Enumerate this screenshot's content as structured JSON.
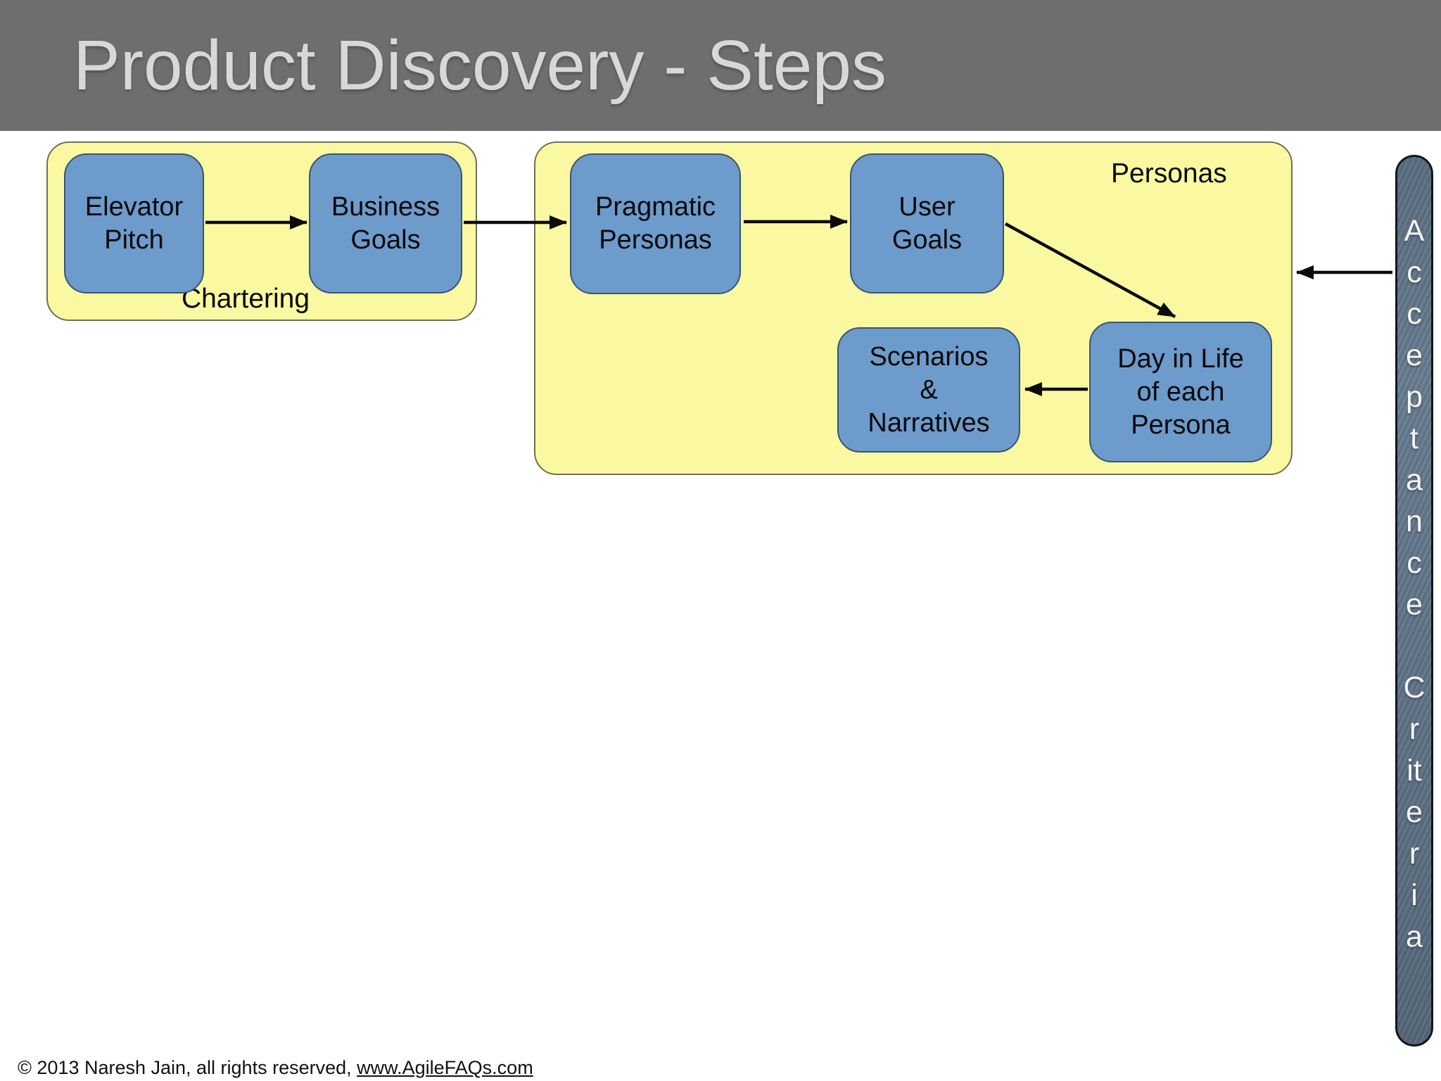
{
  "slide": {
    "title": "Product Discovery - Steps",
    "footer": {
      "copyright_prefix": "© 2013 Naresh Jain, all rights reserved, ",
      "link_text": "www.AgileFAQs.com"
    }
  },
  "colors": {
    "header_bg": "#6e6e6e",
    "title_text": "#d8d8d8",
    "group_fill": "#fbf8a2",
    "group_border": "#6f6f55",
    "node_fill": "#6d9bcb",
    "node_border": "#3a5470",
    "bar_fill": "#617488",
    "bar_border": "#0f1620",
    "bar_text": "#f3f5f7",
    "arrow": "#0b0b0b",
    "body_bg": "#ffffff"
  },
  "diagram": {
    "groups": [
      {
        "label": "Chartering",
        "nodes": [
          {
            "name": "elevator-pitch",
            "label": "Elevator Pitch",
            "lines": [
              "Elevator",
              "Pitch"
            ]
          },
          {
            "name": "business-goals",
            "label": "Business Goals",
            "lines": [
              "Business",
              "Goals"
            ]
          }
        ]
      },
      {
        "label": "Personas",
        "nodes": [
          {
            "name": "pragmatic-personas",
            "label": "Pragmatic Personas",
            "lines": [
              "Pragmatic",
              "Personas"
            ]
          },
          {
            "name": "user-goals",
            "label": "User Goals",
            "lines": [
              "User",
              "Goals"
            ]
          },
          {
            "name": "scenarios-narratives",
            "label": "Scenarios & Narratives",
            "lines": [
              "Scenarios",
              "&",
              "Narratives"
            ]
          },
          {
            "name": "day-in-life",
            "label": "Day in Life of each Persona",
            "lines": [
              "Day in Life",
              "of each",
              "Persona"
            ]
          }
        ]
      }
    ],
    "acceptance_bar": {
      "label": "Acceptance Criteria",
      "letters": [
        "A",
        "c",
        "c",
        "e",
        "p",
        "t",
        "a",
        "n",
        "c",
        "e",
        "",
        "C",
        "r",
        "it",
        "e",
        "r",
        "i",
        "a"
      ]
    },
    "connections": [
      {
        "from": "elevator-pitch",
        "to": "business-goals",
        "direction": "right"
      },
      {
        "from": "business-goals",
        "to": "pragmatic-personas",
        "direction": "right"
      },
      {
        "from": "pragmatic-personas",
        "to": "user-goals",
        "direction": "right"
      },
      {
        "from": "user-goals",
        "to": "day-in-life",
        "direction": "down-right"
      },
      {
        "from": "day-in-life",
        "to": "scenarios-narratives",
        "direction": "left"
      },
      {
        "from": "acceptance-criteria-bar",
        "to": "personas-group",
        "direction": "left"
      }
    ]
  }
}
